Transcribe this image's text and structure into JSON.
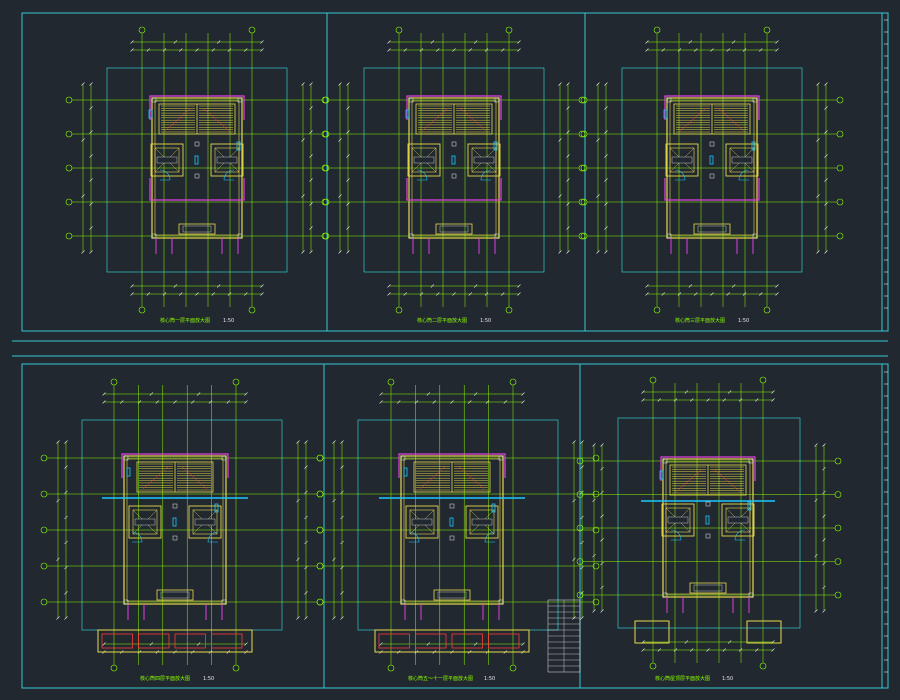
{
  "app": {
    "kind": "CAD drawing sheet (dark model space)"
  },
  "colors": {
    "background": "#212830",
    "frame": "#35c8d0",
    "dimension": "#8cff00",
    "wall": "#e8d84a",
    "highlight": "#e040e0",
    "accent": "#1ec8ff",
    "white": "#e6e6e6",
    "stair_red": "#ff3a3a"
  },
  "sheets": [
    {
      "id": "plan-1",
      "title": "核心筒一层平面放大图",
      "scale": "1:50",
      "variant": "A"
    },
    {
      "id": "plan-2",
      "title": "核心筒二层平面放大图",
      "scale": "1:50",
      "variant": "A"
    },
    {
      "id": "plan-3",
      "title": "核心筒三层平面放大图",
      "scale": "1:50",
      "variant": "B"
    },
    {
      "id": "plan-4",
      "title": "核心筒四层平面放大图",
      "scale": "1:50",
      "variant": "C"
    },
    {
      "id": "plan-5",
      "title": "核心筒五～十一层平面放大图",
      "scale": "1:50",
      "variant": "C"
    },
    {
      "id": "plan-6",
      "title": "核心筒屋顶层平面放大图",
      "scale": "1:50",
      "variant": "D"
    }
  ]
}
